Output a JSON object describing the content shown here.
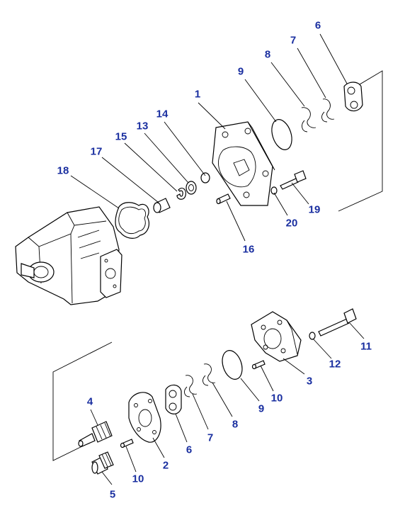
{
  "callout_color": "#1a2fa0",
  "line_color": "#000000",
  "callouts": {
    "c1": "1",
    "c2": "2",
    "c3": "3",
    "c4": "4",
    "c5": "5",
    "c6_top": "6",
    "c6_bottom": "6",
    "c7_top": "7",
    "c7_bottom": "7",
    "c8_top": "8",
    "c8_bottom": "8",
    "c9_top": "9",
    "c9_bottom": "9",
    "c10_a": "10",
    "c10_b": "10",
    "c11": "11",
    "c12": "12",
    "c13": "13",
    "c14": "14",
    "c15": "15",
    "c16": "16",
    "c17": "17",
    "c18": "18",
    "c19": "19",
    "c20": "20"
  }
}
